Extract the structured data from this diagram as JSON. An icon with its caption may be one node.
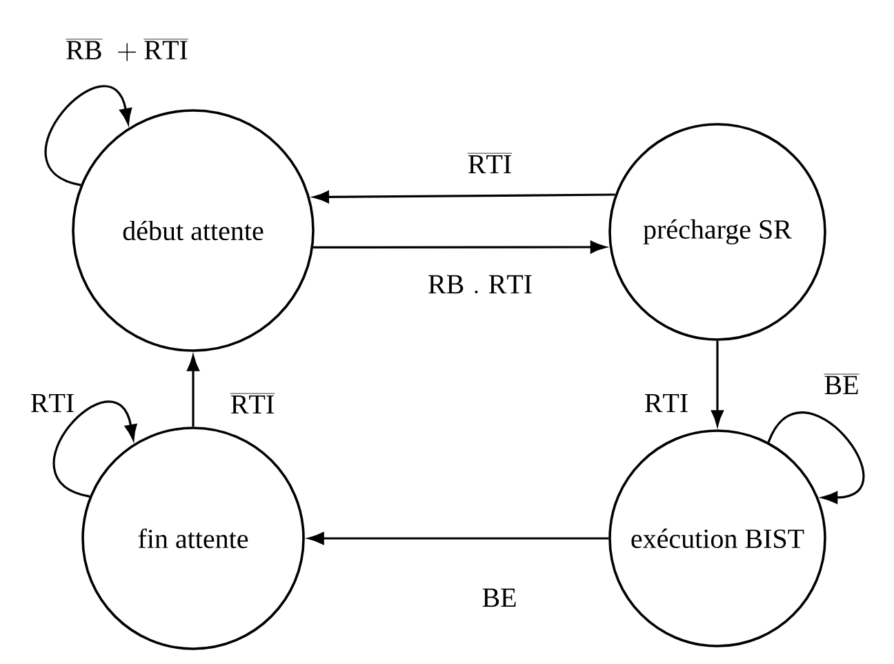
{
  "diagram": {
    "nodes": [
      {
        "text": [
          "début attente"
        ]
      },
      {
        "text": [
          "précharge SR"
        ]
      },
      {
        "text": [
          "exécution BIST"
        ]
      },
      {
        "text": [
          "fin attente"
        ]
      }
    ],
    "edges": [
      {
        "from": 0,
        "to": 0,
        "arrow": "to",
        "label": "\\overline{\\mathrm{RB}}\\;+\\overline{\\mathrm{RTI}}"
      },
      {
        "from": 1,
        "to": 0,
        "arrow": "to",
        "label": "\\overline{\\mathrm{RTI}}"
      },
      {
        "from": 0,
        "to": 1,
        "arrow": "to",
        "label": "\\mathrm{RB}\\;.\\;\\mathrm{RTI}"
      },
      {
        "from": 1,
        "to": 2,
        "arrow": "to",
        "label": "\\mathrm{RTI}"
      },
      {
        "from": 2,
        "to": 2,
        "arrow": "to",
        "label": "\\overline{\\mathrm{BE}}"
      },
      {
        "from": 2,
        "to": 3,
        "arrow": "to",
        "label": "\\mathrm{BE}"
      },
      {
        "from": 3,
        "to": 3,
        "arrow": "to",
        "label": "\\mathrm{RTI}"
      },
      {
        "from": 3,
        "to": 0,
        "arrow": "to",
        "label": "\\overline{\\mathrm{RTI}}"
      }
    ]
  }
}
